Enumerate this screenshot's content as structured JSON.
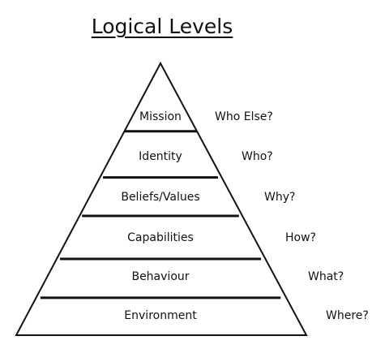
{
  "title": "Logical Levels",
  "levels": [
    {
      "label": "Mission",
      "question": "Who Else?"
    },
    {
      "label": "Identity",
      "question": "Who?"
    },
    {
      "label": "Beliefs/Values",
      "question": "Why?"
    },
    {
      "label": "Capabilities",
      "question": "How?"
    },
    {
      "label": "Behaviour",
      "question": "What?"
    },
    {
      "label": "Environment",
      "question": "Where?"
    }
  ]
}
